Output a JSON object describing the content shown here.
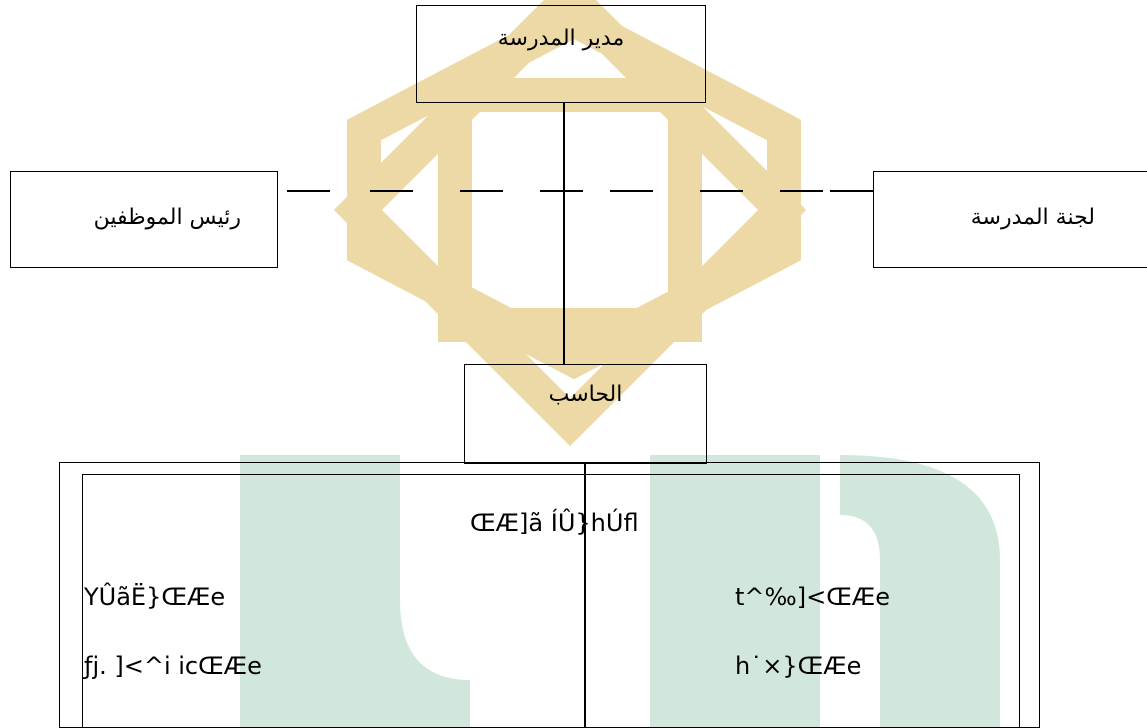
{
  "chart": {
    "top": {
      "label": "مدير المدرسة"
    },
    "left": {
      "label": "رئيس الموظفين"
    },
    "right": {
      "label": "لجنة المدرسة"
    },
    "middle": {
      "label": "الحاسب"
    },
    "bottom": {
      "title": "ŒÆ]ã ÍÛ}hÚfl",
      "left_items": [
        "YÛãË}ŒÆe",
        "ƒj. ]<^i icŒÆe"
      ],
      "right_items": [
        "t^‰]<ŒÆe",
        "h˙×}ŒÆe"
      ]
    }
  },
  "colors": {
    "watermark_gold": "#ecd9a6",
    "watermark_green": "#d2e7dc",
    "line": "#000000"
  }
}
